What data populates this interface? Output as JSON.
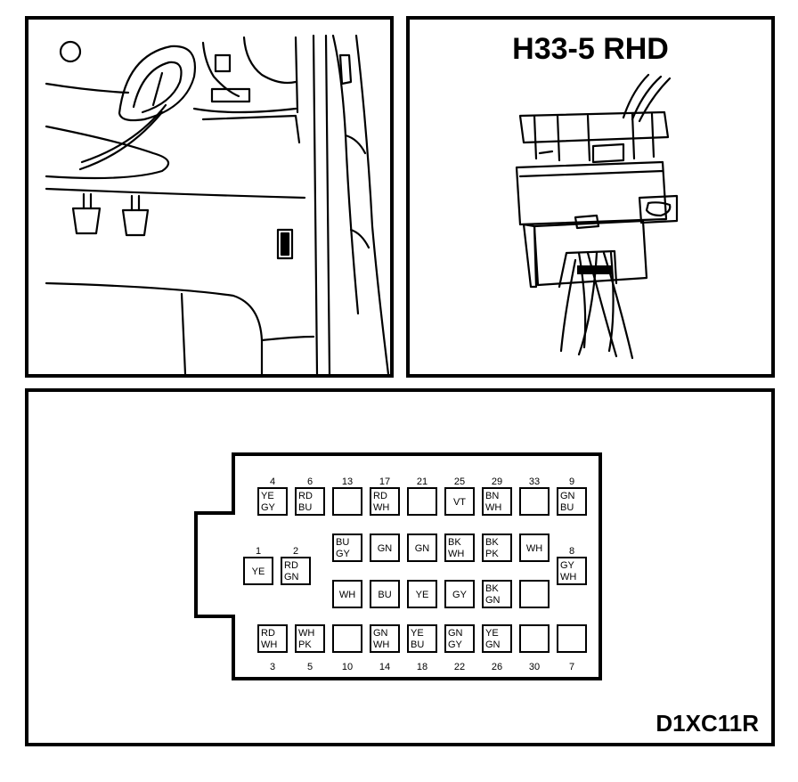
{
  "connector_title": "H33-5 RHD",
  "figure_code": "D1XC11R",
  "pin_cells": [
    {
      "colors": [
        "YE",
        "GY"
      ]
    },
    {
      "colors": [
        "RD",
        "BU"
      ]
    },
    {
      "colors": []
    },
    {
      "colors": [
        "RD",
        "WH"
      ]
    },
    {
      "colors": []
    },
    {
      "colors": [
        "VT"
      ]
    },
    {
      "colors": [
        "BN",
        "WH"
      ]
    },
    {
      "colors": []
    },
    {
      "colors": [
        "GN",
        "BU"
      ]
    },
    {
      "colors": [
        "YE"
      ]
    },
    {
      "colors": [
        "RD",
        "GN"
      ]
    },
    {
      "colors": [
        "BU",
        "GY"
      ]
    },
    {
      "colors": [
        "GN"
      ]
    },
    {
      "colors": [
        "GN"
      ]
    },
    {
      "colors": [
        "BK",
        "WH"
      ]
    },
    {
      "colors": [
        "BK",
        "PK"
      ]
    },
    {
      "colors": [
        "WH"
      ]
    },
    {
      "colors": [
        "GY",
        "WH"
      ]
    },
    {
      "colors": [
        "WH"
      ]
    },
    {
      "colors": [
        "BU"
      ]
    },
    {
      "colors": [
        "YE"
      ]
    },
    {
      "colors": [
        "GY"
      ]
    },
    {
      "colors": [
        "BK",
        "GN"
      ]
    },
    {
      "colors": []
    },
    {
      "colors": [
        "RD",
        "WH"
      ]
    },
    {
      "colors": [
        "WH",
        "PK"
      ]
    },
    {
      "colors": []
    },
    {
      "colors": [
        "GN",
        "WH"
      ]
    },
    {
      "colors": [
        "YE",
        "BU"
      ]
    },
    {
      "colors": [
        "GN",
        "GY"
      ]
    },
    {
      "colors": [
        "YE",
        "GN"
      ]
    },
    {
      "colors": []
    },
    {
      "colors": []
    }
  ],
  "pin_numbers_top": [
    "4",
    "6",
    "13",
    "17",
    "21",
    "25",
    "29",
    "33",
    "9"
  ],
  "pin_numbers_left": [
    "1",
    "2"
  ],
  "pin_numbers_right": [
    "8"
  ],
  "pin_numbers_bottom": [
    "3",
    "5",
    "10",
    "14",
    "18",
    "22",
    "26",
    "30",
    "7"
  ]
}
